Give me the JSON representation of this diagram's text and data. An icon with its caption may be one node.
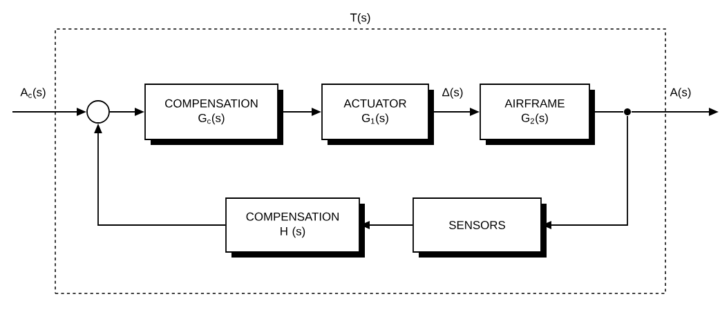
{
  "diagram": {
    "nodes": [
      {
        "text": [
          "T(s)"
        ]
      },
      {
        "text": [],
        "shape": "circle",
        "in": 0
      },
      {
        "text": [
          "COMPENSATION G$_{c}$(s)"
        ],
        "in": 0
      },
      {
        "text": [
          "ACTUATOR G$_{1}$(s)"
        ],
        "in": 0
      },
      {
        "text": [
          "AIRFRAME G$_{2}$(s)"
        ],
        "in": 0
      },
      {
        "text": [],
        "shape": "dot",
        "in": 0
      },
      {
        "text": [
          "SENSORS"
        ],
        "in": 0
      },
      {
        "text": [
          "COMPENSATION H (s)"
        ],
        "in": 0
      }
    ],
    "edges": [
      {
        "from": null,
        "to": 1,
        "arrow": "to",
        "label": "A$_{c}$(s)"
      },
      {
        "from": 1,
        "to": 2,
        "arrow": "to"
      },
      {
        "from": 2,
        "to": 3,
        "arrow": "to"
      },
      {
        "from": 3,
        "to": 4,
        "arrow": "to",
        "label": "Δ(s)"
      },
      {
        "from": 4,
        "to": 5,
        "arrow": "none"
      },
      {
        "from": 5,
        "to": null,
        "arrow": "to",
        "label": "A(s)"
      },
      {
        "from": 5,
        "to": 6,
        "arrow": "to"
      },
      {
        "from": 6,
        "to": 7,
        "arrow": "to"
      },
      {
        "from": 7,
        "to": 1,
        "arrow": "to"
      }
    ]
  }
}
